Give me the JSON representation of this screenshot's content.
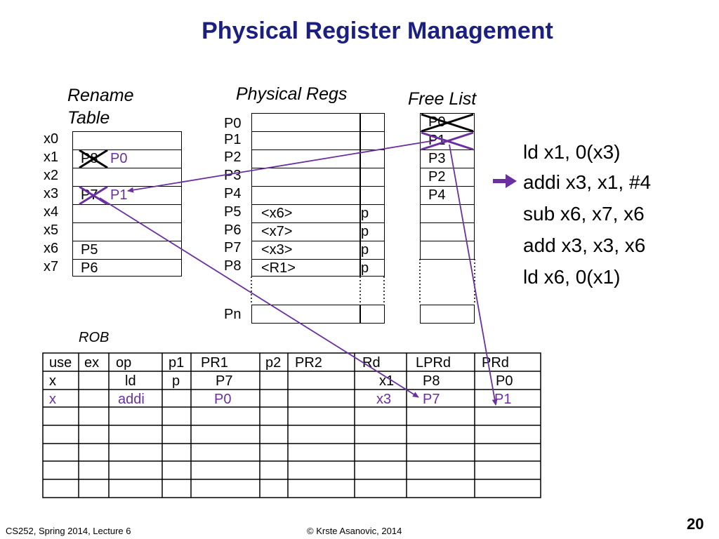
{
  "title": "Physical Register Management",
  "rename_table": {
    "heading_line1": "Rename",
    "heading_line2": "Table",
    "rows": [
      {
        "reg": "x0",
        "old": "",
        "new": ""
      },
      {
        "reg": "x1",
        "old": "P8",
        "new": "P0"
      },
      {
        "reg": "x2",
        "old": "",
        "new": ""
      },
      {
        "reg": "x3",
        "old": "P7",
        "new": "P1"
      },
      {
        "reg": "x4",
        "old": "",
        "new": ""
      },
      {
        "reg": "x5",
        "old": "",
        "new": ""
      },
      {
        "reg": "x6",
        "old": "P5",
        "new": ""
      },
      {
        "reg": "x7",
        "old": "P6",
        "new": ""
      }
    ]
  },
  "physical_regs": {
    "heading": "Physical Regs",
    "rows": [
      {
        "name": "P0",
        "value": "",
        "p": ""
      },
      {
        "name": "P1",
        "value": "",
        "p": ""
      },
      {
        "name": "P2",
        "value": "",
        "p": ""
      },
      {
        "name": "P3",
        "value": "",
        "p": ""
      },
      {
        "name": "P4",
        "value": "",
        "p": ""
      },
      {
        "name": "P5",
        "value": "<x6>",
        "p": "p"
      },
      {
        "name": "P6",
        "value": "<x7>",
        "p": "p"
      },
      {
        "name": "P7",
        "value": "<x3>",
        "p": "p"
      },
      {
        "name": "P8",
        "value": "<R1>",
        "p": "p"
      }
    ],
    "last_row": {
      "name": "Pn",
      "value": "",
      "p": ""
    }
  },
  "free_list": {
    "heading": "Free List",
    "entries": [
      "P0",
      "P1",
      "P3",
      "P2",
      "P4",
      "",
      "",
      ""
    ]
  },
  "code": {
    "lines": [
      "ld x1, 0(x3)",
      "addi x3, x1, #4",
      "sub x6, x7, x6",
      "add x3, x3, x6",
      "ld x6, 0(x1)"
    ],
    "current_index": 1
  },
  "rob": {
    "heading": "ROB",
    "headers": [
      "use",
      "ex",
      "op",
      "p1",
      "PR1",
      "p2",
      "PR2",
      "Rd",
      "LPRd",
      "PRd"
    ],
    "rows": [
      {
        "use": "x",
        "ex": "",
        "op": "ld",
        "p1": "p",
        "pr1": "P7",
        "p2": "",
        "pr2": "",
        "rd": "x1",
        "lprd": "P8",
        "prd": "P0"
      },
      {
        "use": "x",
        "ex": "",
        "op": "addi",
        "p1": "",
        "pr1": "P0",
        "p2": "",
        "pr2": "",
        "rd": "x3",
        "lprd": "P7",
        "prd": "P1"
      }
    ]
  },
  "colors": {
    "title": "#1a1f80",
    "accent": "#6a2fa0"
  },
  "footer": {
    "left": "CS252, Spring 2014, Lecture 6",
    "center": "© Krste Asanovic, 2014",
    "page": "20"
  }
}
